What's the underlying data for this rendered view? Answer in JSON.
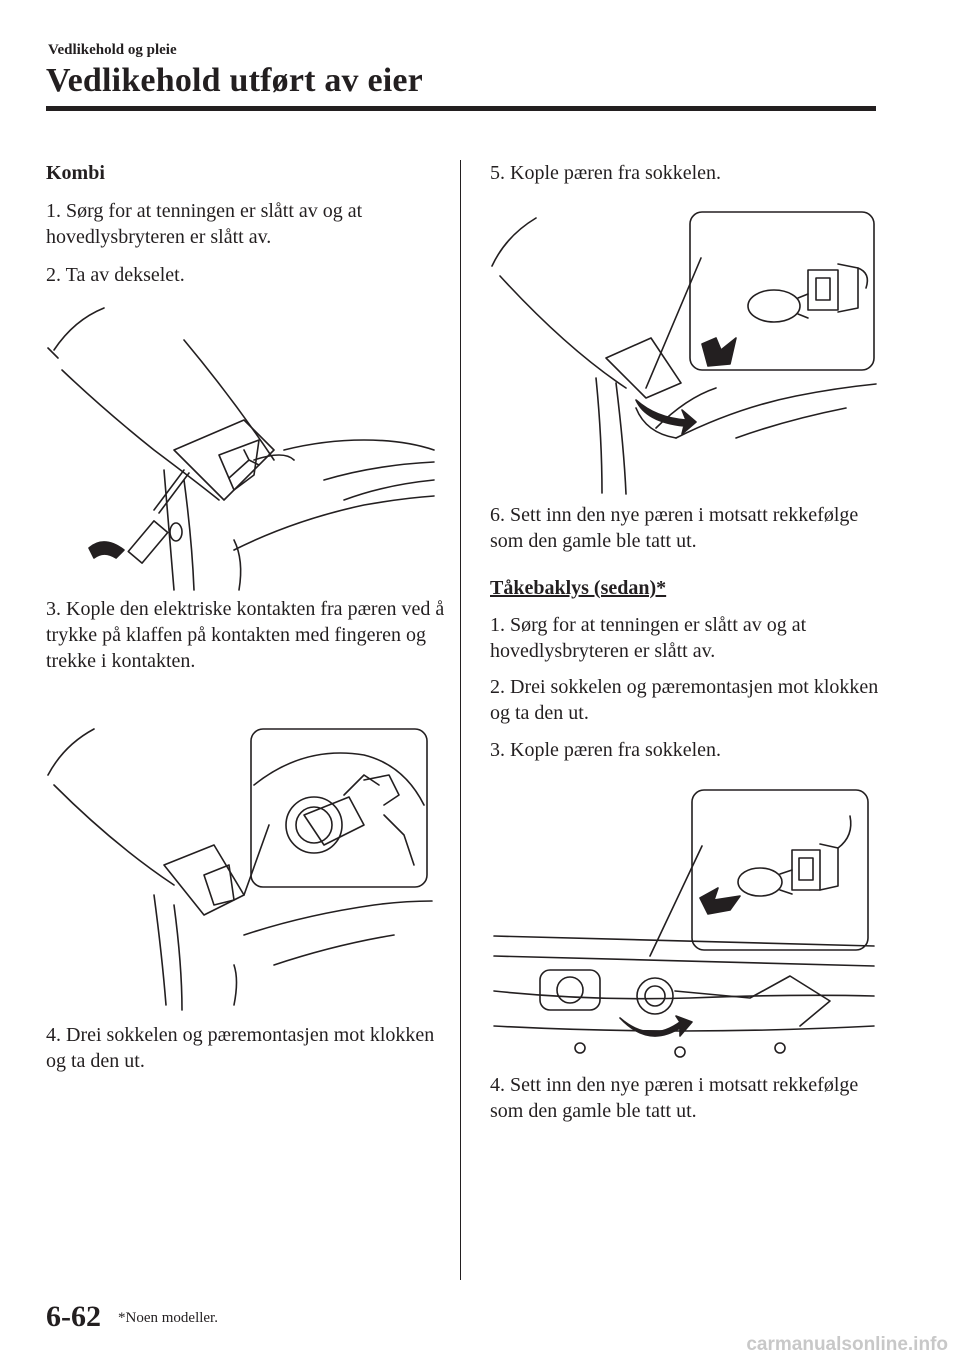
{
  "header": {
    "section": "Vedlikehold og pleie",
    "title": "Vedlikehold utført av eier"
  },
  "left": {
    "heading": "Kombi",
    "steps": [
      {
        "num": "1.",
        "text": "Sørg for at tenningen er slått av og at",
        "cont": "hovedlysbryteren er slått av."
      },
      {
        "num": "2.",
        "text": "Ta av dekselet."
      },
      {
        "num": "3.",
        "text": "Kople den elektriske kontakten fra",
        "cont": "pæren ved å trykke på klaffen på kontakten med fingeren og trekke i kontakten."
      },
      {
        "num": "4.",
        "text": "Drei sokkelen og pæremontasjen mot",
        "cont": "klokken og ta den ut."
      }
    ]
  },
  "right": {
    "step5": {
      "num": "5.",
      "text": "Kople pæren fra sokkelen."
    },
    "step6": {
      "num": "6.",
      "text": "Sett inn den nye pæren i motsatt",
      "cont": "rekkefølge som den gamle ble tatt ut."
    },
    "heading": "Tåkebaklys (sedan)*",
    "steps": [
      {
        "num": "1.",
        "text": "Sørg for at tenningen er slått av og at",
        "cont": "hovedlysbryteren er slått av."
      },
      {
        "num": "2.",
        "text": "Drei sokkelen og pæremontasjen mot",
        "cont": "klokken og ta den ut."
      },
      {
        "num": "3.",
        "text": "Kople pæren fra sokkelen."
      },
      {
        "num": "4.",
        "text": "Sett inn den nye pæren i motsatt",
        "cont": "rekkefølge som den gamle ble tatt ut."
      }
    ]
  },
  "footer": {
    "page_number": "6-62",
    "footnote": "*Noen modeller.",
    "watermark": "carmanualsonline.info"
  }
}
